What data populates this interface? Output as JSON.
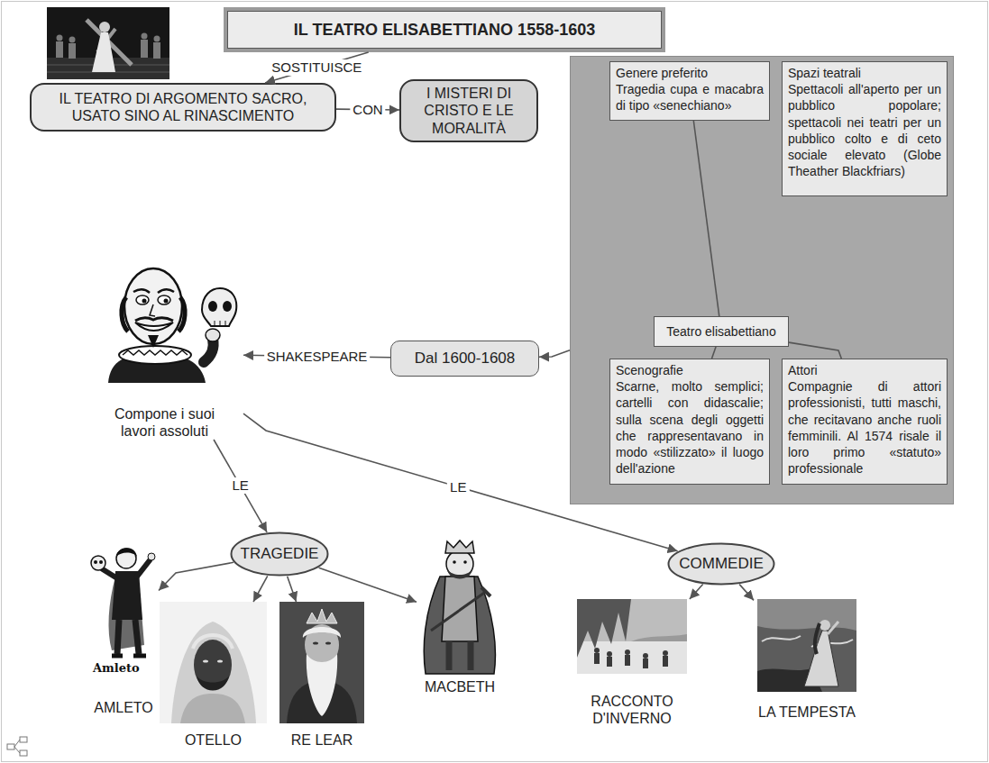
{
  "diagram": {
    "nodes": [
      {
        "text": [
          "IL TEATRO ELISABETTIANO 1558-1603"
        ]
      },
      {
        "text": [
          "IL TEATRO DI ARGOMENTO SACRO, USATO SINO AL RINASCIMENTO"
        ]
      },
      {
        "text": [
          "I MISTERI DI CRISTO E LE MORALITÀ"
        ]
      },
      {
        "text": []
      },
      {
        "text": [
          "Genere preferito",
          "Tragedia cupa e macabra di tipo «senechiano»"
        ],
        "in": 3
      },
      {
        "text": [
          "Spazi teatrali",
          "Spettacoli all'aperto per un pubblico popolare; spettacoli nei teatri per un pubblico colto e di ceto sociale elevato (Globe Theather Blackfriars)"
        ],
        "in": 3
      },
      {
        "text": [
          "Teatro elisabettiano"
        ],
        "in": 3
      },
      {
        "text": [
          "Scenografie",
          "Scarne, molto semplici; cartelli con didascalie; sulla scena degli oggetti che rappresentavano in modo «stilizzato» il luogo dell'azione"
        ],
        "in": 3
      },
      {
        "text": [
          "Attori",
          "Compagnie di attori professionisti, tutti maschi, che recitavano anche ruoli femminili. Al 1574 risale il loro primo «statuto» professionale"
        ],
        "in": 3
      },
      {
        "text": [
          "Dal 1600-1608"
        ]
      },
      {
        "text": [
          "Compone i suoi lavori assoluti"
        ]
      },
      {
        "text": [
          "TRAGEDIE"
        ]
      },
      {
        "text": [
          "COMMEDIE"
        ]
      },
      {
        "text": [
          "AMLETO"
        ]
      },
      {
        "text": [
          "OTELLO"
        ]
      },
      {
        "text": [
          "RE LEAR"
        ]
      },
      {
        "text": [
          "MACBETH"
        ]
      },
      {
        "text": [
          "RACCONTO D'INVERNO"
        ]
      },
      {
        "text": [
          "LA TEMPESTA"
        ]
      }
    ],
    "edges": [
      {
        "from": 0,
        "to": 1,
        "label": "SOSTITUISCE",
        "arrow": "to"
      },
      {
        "from": 1,
        "to": 2,
        "label": "CON",
        "arrow": "to"
      },
      {
        "from": 4,
        "to": 6,
        "arrow": "none"
      },
      {
        "from": 6,
        "to": 7,
        "arrow": "none"
      },
      {
        "from": 6,
        "to": 8,
        "arrow": "none"
      },
      {
        "from": 3,
        "to": 9,
        "arrow": "to"
      },
      {
        "from": 9,
        "to": 10,
        "label": "SHAKESPEARE",
        "arrow": "to"
      },
      {
        "from": 10,
        "to": 11,
        "label": "LE",
        "arrow": "to"
      },
      {
        "from": 10,
        "to": 12,
        "label": "LE",
        "arrow": "to"
      },
      {
        "from": 11,
        "to": 13,
        "arrow": "to"
      },
      {
        "from": 11,
        "to": 14,
        "arrow": "to"
      },
      {
        "from": 11,
        "to": 15,
        "arrow": "to"
      },
      {
        "from": 11,
        "to": 16,
        "arrow": "to"
      },
      {
        "from": 12,
        "to": 17,
        "arrow": "to"
      },
      {
        "from": 12,
        "to": 18,
        "arrow": "to"
      }
    ],
    "labels": [
      "Amleto"
    ]
  }
}
